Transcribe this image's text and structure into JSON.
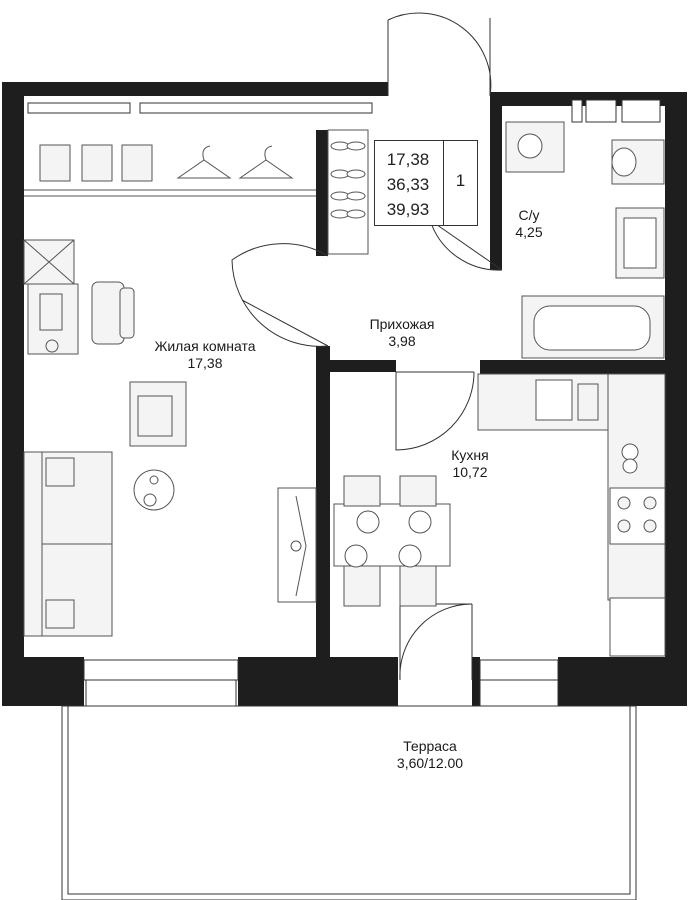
{
  "info_box": {
    "area_living": "17,38",
    "area_total": "36,33",
    "area_full": "39,93",
    "rooms": "1"
  },
  "rooms": {
    "living": {
      "name": "Жилая комната",
      "area": "17,38"
    },
    "hall": {
      "name": "Прихожая",
      "area": "3,98"
    },
    "bath": {
      "name": "С/у",
      "area": "4,25"
    },
    "kitchen": {
      "name": "Кухня",
      "area": "10,72"
    },
    "terrace": {
      "name": "Терраса",
      "area": "3,60/12.00"
    }
  },
  "colors": {
    "wall": "#1e1e1e",
    "line": "#333333",
    "furniture": "#555555",
    "fill": "#f4f4f4"
  }
}
